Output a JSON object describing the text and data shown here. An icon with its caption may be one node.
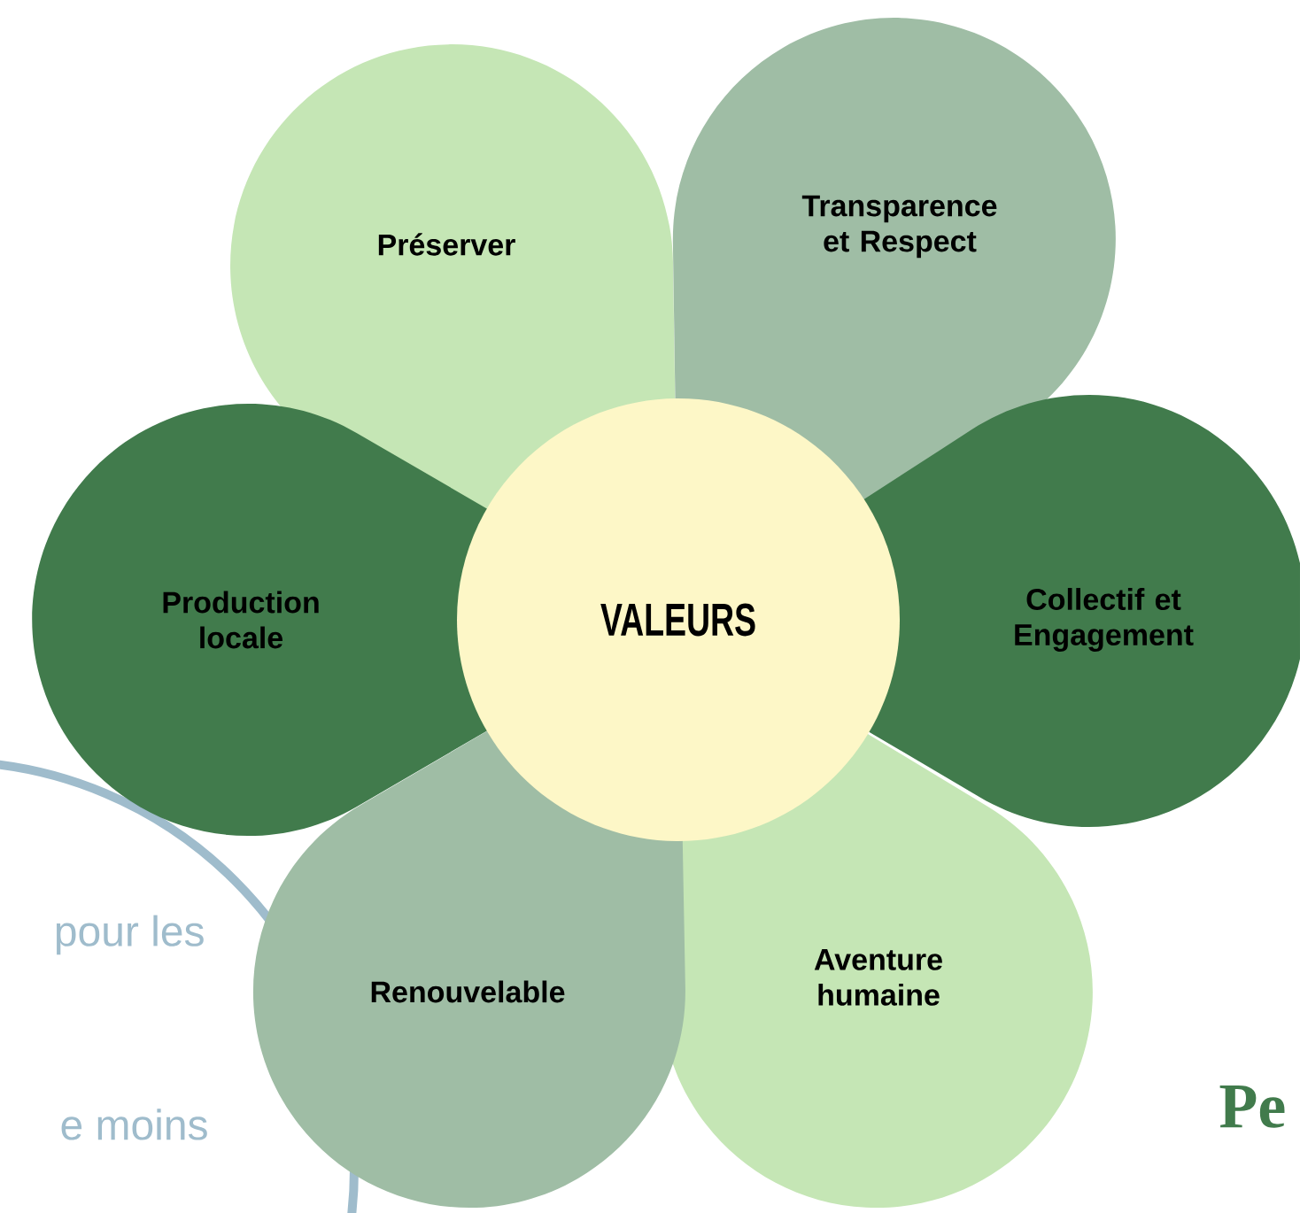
{
  "diagram": {
    "nodes": [
      {
        "text": [
          "VALEURS"
        ]
      },
      {
        "text": [
          "Préserver"
        ]
      },
      {
        "text": [
          "Transparence et Respect"
        ]
      },
      {
        "text": [
          "Collectif et Engagement"
        ]
      },
      {
        "text": [
          "Aventure humaine"
        ]
      },
      {
        "text": [
          "Renouvelable"
        ]
      },
      {
        "text": [
          "Production locale"
        ]
      }
    ],
    "labels": [
      "pour les",
      "e moins",
      "Pe"
    ]
  }
}
